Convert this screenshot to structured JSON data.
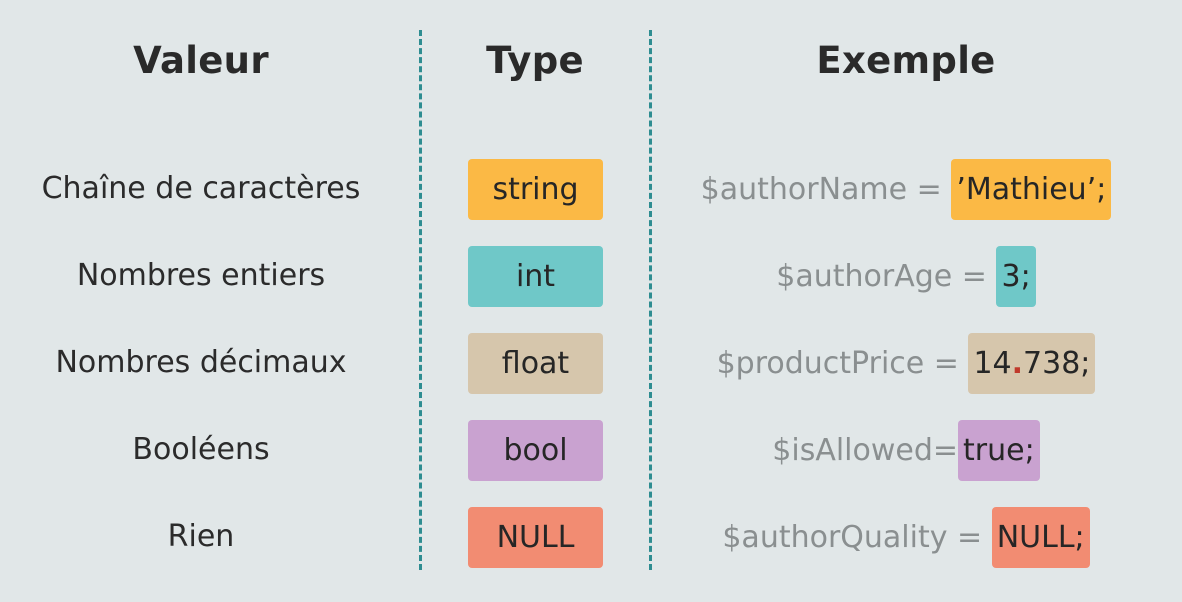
{
  "headers": {
    "valeur": "Valeur",
    "type": "Type",
    "exemple": "Exemple"
  },
  "rows": [
    {
      "valeur": "Chaîne de caractères",
      "type": "string",
      "type_color": "#fbb945",
      "example_var": "$authorName = ",
      "example_value": "’Mathieu’;"
    },
    {
      "valeur": "Nombres entiers",
      "type": "int",
      "type_color": "#6fc8c8",
      "example_var": "$authorAge = ",
      "example_value": "3;"
    },
    {
      "valeur": "Nombres décimaux",
      "type": "float",
      "type_color": "#d6c6ac",
      "example_var": "$productPrice = ",
      "example_value_int": "14",
      "example_value_dot": ".",
      "example_value_frac": "738;"
    },
    {
      "valeur": "Booléens",
      "type": "bool",
      "type_color": "#c9a2d0",
      "example_var": "$isAllowed=",
      "example_value": "true;"
    },
    {
      "valeur": "Rien",
      "type": "NULL",
      "type_color": "#f28c72",
      "example_var": "$authorQuality = ",
      "example_value": "NULL;"
    }
  ],
  "colors": {
    "background": "#e1e7e8",
    "divider": "#2e8d91",
    "variable_text": "#8a8f90",
    "decimal_dot": "#c0392b"
  }
}
